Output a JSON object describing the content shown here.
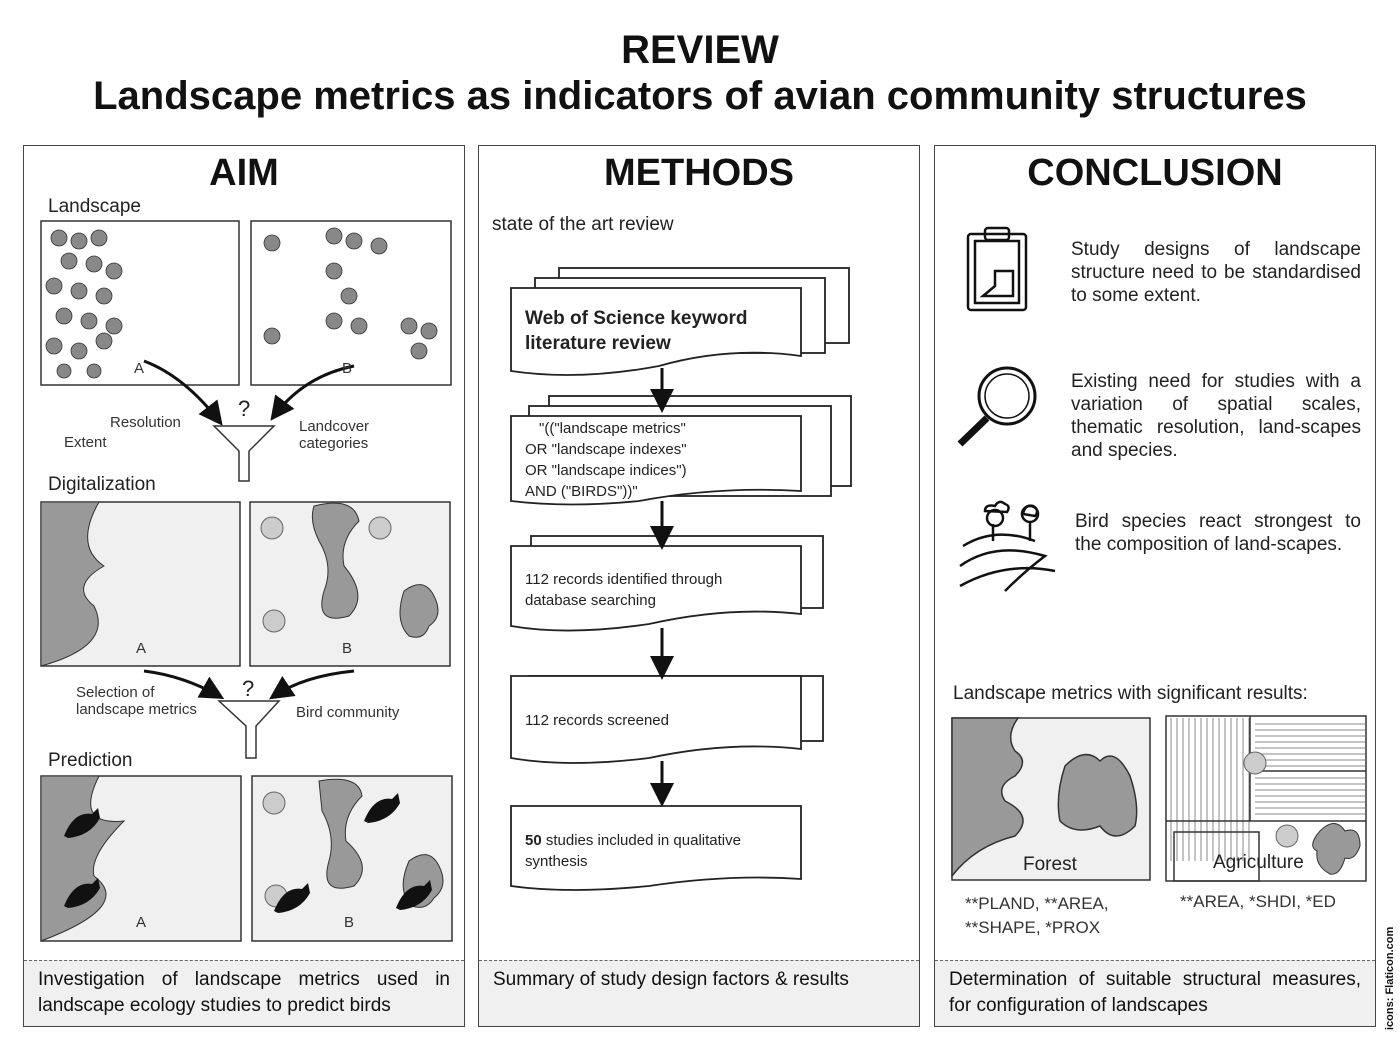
{
  "title": "REVIEW",
  "subtitle": "Landscape metrics as indicators of avian community structures",
  "aim": {
    "heading": "AIM",
    "landscape_label": "Landscape",
    "a": "A",
    "b": "B",
    "resolution": "Resolution",
    "extent": "Extent",
    "landcover": "Landcover categories",
    "question": "?",
    "digitalization_label": "Digitalization",
    "selection": "Selection of landscape metrics",
    "bird_community": "Bird community",
    "prediction_label": "Prediction",
    "footer": "Investigation of landscape metrics used in landscape ecology studies to predict birds"
  },
  "methods": {
    "heading": "METHODS",
    "subheading": "state of the art review",
    "step1": "Web of Science keyword literature review",
    "step2_lines": [
      "\"((\"landscape metrics\"",
      "OR \"landscape indexes\"",
      "OR \"landscape indices\")",
      "AND (\"BIRDS\"))\""
    ],
    "step3": "112 records identified through database searching",
    "step4": "112 records screened",
    "step5_bold": "50",
    "step5": " studies included in qualitative synthesis",
    "footer": "Summary of study design factors & results"
  },
  "conclusion": {
    "heading": "CONCLUSION",
    "items": [
      {
        "icon": "clipboard-icon",
        "text": "Study designs of landscape structure need to be standardised to some extent."
      },
      {
        "icon": "magnifier-icon",
        "text": "Existing need for studies with a variation of spatial scales, thematic resolution, land-scapes and species."
      },
      {
        "icon": "landscape-birds-icon",
        "text": "Bird species react strongest to the composition of land-scapes."
      }
    ],
    "metrics_label": "Landscape metrics with significant results:",
    "forest": "Forest",
    "forest_metrics": "**PLAND, **AREA, **SHAPE, *PROX",
    "agriculture": "Agriculture",
    "agri_metrics": "**AREA, *SHDI, *ED",
    "footer": "Determination of suitable structural measures, for configuration of landscapes"
  },
  "credit": "icons: Flaticon.com"
}
